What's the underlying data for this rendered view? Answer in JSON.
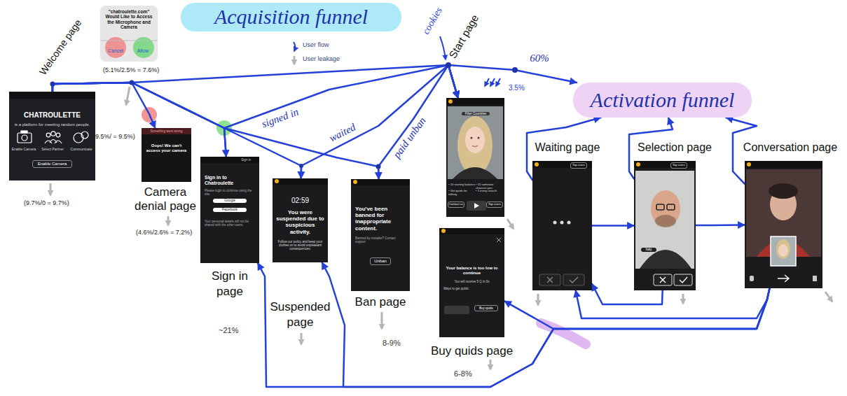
{
  "diagram": {
    "nodes": [
      {
        "text": [
          "Acquisition funnel"
        ]
      },
      {
        "text": [
          "Welcome page",
          "CHATROULETTE",
          "is a platform for meeting random people.",
          "Enable Camera",
          "Select Partner",
          "Communicate",
          "Enable Camera"
        ]
      },
      {
        "text": [
          "\"chatroulette.com\" Would Like to Access the Microphone and Camera",
          "Cancel",
          "Allow"
        ]
      },
      {
        "text": [
          "Camera denial page",
          "Something went wrong",
          "Oops! We can't access your camera"
        ]
      },
      {
        "text": [
          "Sign in page",
          "Sign in",
          "Sign in to Chatroulette",
          "Please login to continue using the site.",
          "Google",
          "Facebook",
          "Your personal details will not be shared with the other users."
        ]
      },
      {
        "text": [
          "Suspended page",
          "02:59",
          "You were suspended due to suspicious activity.",
          "Follow our policy and keep your clothes on to avoid unpleasant consequences."
        ]
      },
      {
        "text": [
          "Ban page",
          "You've been banned for inappropriate content.",
          "Banned by mistake? Contact support",
          "Unban"
        ]
      },
      {
        "text": [
          "Start page",
          "Filter Countries",
          "• 10 starting balance",
          "• 10 someone chooses you",
          "• Get quids for talking",
          "• 1 every search",
          "Contact us",
          "Top users"
        ]
      },
      {
        "text": [
          "Activation funnel"
        ]
      },
      {
        "text": [
          "Buy quids page",
          "Your balance is too low to continue",
          "You will receive 5 Q in 0s",
          "Ways to get quids:",
          "Buy quids"
        ]
      },
      {
        "text": [
          "Waiting page",
          "Top users"
        ]
      },
      {
        "text": [
          "Selection page",
          "Top users",
          "Italy"
        ]
      },
      {
        "text": [
          "Conversation page"
        ]
      }
    ],
    "edges": [
      {
        "from": 1,
        "to": 7,
        "arrow": "to"
      },
      {
        "from": 1,
        "to": 3,
        "arrow": "to"
      },
      {
        "from": 1,
        "to": 4,
        "arrow": "to"
      },
      {
        "from": 1,
        "to": 5,
        "arrow": "to"
      },
      {
        "from": 1,
        "to": 6,
        "arrow": "to"
      },
      {
        "from": 4,
        "to": 7,
        "label": "signed in",
        "arrow": "to"
      },
      {
        "from": 5,
        "to": 7,
        "label": "waited",
        "arrow": "to"
      },
      {
        "from": 6,
        "to": 7,
        "label": "paid unban",
        "arrow": "to"
      },
      {
        "from": 7,
        "to": 8,
        "label": "60%",
        "arrow": "to"
      },
      {
        "from": 10,
        "to": 11,
        "arrow": "to"
      },
      {
        "from": 11,
        "to": 12,
        "arrow": "to"
      },
      {
        "from": 12,
        "to": 10,
        "arrow": "to"
      },
      {
        "from": 11,
        "to": 10,
        "arrow": "to"
      },
      {
        "from": 10,
        "to": 8,
        "arrow": "to"
      },
      {
        "from": 11,
        "to": 8,
        "arrow": "to"
      },
      {
        "from": 12,
        "to": 8,
        "arrow": "to"
      },
      {
        "from": 12,
        "to": 9,
        "arrow": "to"
      },
      {
        "from": 12,
        "to": 4,
        "arrow": "to"
      },
      {
        "from": 12,
        "to": 5,
        "arrow": "to"
      }
    ],
    "labels": [
      "cookies",
      "(5.1%/2.5% = 7.6%)",
      "(9.5%/ = 9.5%)",
      "(9.7%/0 = 9.7%)",
      "(4.6%/2.6% = 7.2%)",
      "~21%",
      "8-9%",
      "6-8%",
      "3.5%"
    ],
    "legend": [
      {
        "text": "User flow"
      },
      {
        "text": "User leakage"
      }
    ]
  }
}
